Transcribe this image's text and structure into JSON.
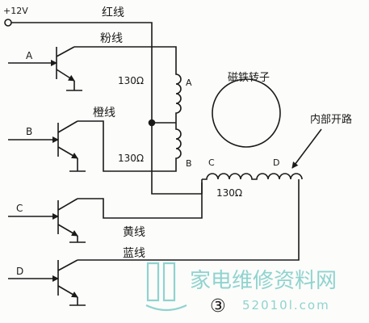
{
  "supply": {
    "voltage_label": "+12V"
  },
  "wires": {
    "red": "红线",
    "pink": "粉线",
    "orange": "橙线",
    "yellow": "黄线",
    "blue": "蓝线"
  },
  "transistors": [
    {
      "input_label": "A"
    },
    {
      "input_label": "B"
    },
    {
      "input_label": "C"
    },
    {
      "input_label": "D"
    }
  ],
  "coils": {
    "a_label": "A",
    "b_label": "B",
    "c_label": "C",
    "d_label": "D",
    "resistance_top": "130Ω",
    "resistance_bottom": "130Ω",
    "resistance_cd": "130Ω"
  },
  "rotor": {
    "label": "磁铁转子"
  },
  "fault": {
    "label": "内部开路"
  },
  "figure": {
    "number": "③"
  },
  "watermark": {
    "text": "家电维修资料网",
    "url": "52010l.com"
  },
  "colors": {
    "line": "#1a1a1a",
    "watermark": "#8fd3cf"
  }
}
